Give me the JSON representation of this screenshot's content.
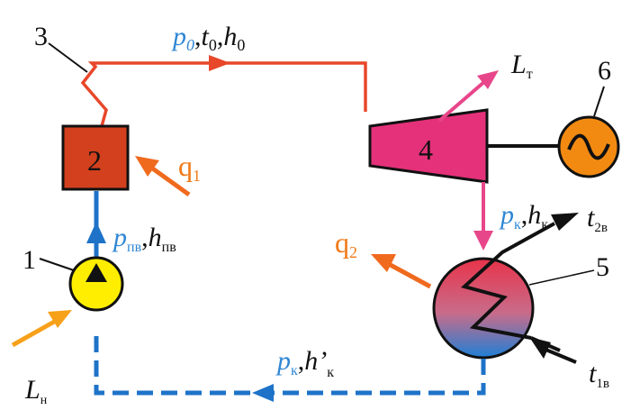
{
  "colors": {
    "steam": "#e8472a",
    "water": "#1e73c8",
    "boiler": "#d2401d",
    "turbine": "#e4317a",
    "pump": "#ffee00",
    "generator": "#f28a12",
    "heat": "#f06a1e",
    "black": "#111111",
    "blue_text": "#2f86d4",
    "orange_text": "#f07a18"
  },
  "numbers": {
    "pump": "1",
    "boiler": "2",
    "pipe_callout": "3",
    "turbine": "4",
    "condenser": "5",
    "generator": "6"
  },
  "labels": {
    "steam_p": "p",
    "steam_p_sub": "0",
    "steam_t": "t",
    "steam_t_sub": "0",
    "steam_h": "h",
    "steam_h_sub": "0",
    "feed_p": "p",
    "feed_p_sub": "пв",
    "feed_h": "h",
    "feed_h_sub": "пв",
    "exhaust_p": "p",
    "exhaust_p_sub": "к",
    "exhaust_h": "h",
    "exhaust_h_sub": "к",
    "cond_p": "p",
    "cond_p_sub": "к",
    "cond_h": "h’",
    "cond_h_sub": "к",
    "q1": "q",
    "q1_sub": "1",
    "q2": "q",
    "q2_sub": "2",
    "L_t": "L",
    "L_t_sub": "т",
    "L_n": "L",
    "L_n_sub": "н",
    "t_2v": "t",
    "t_2v_sub": "2в",
    "t_1v": "t",
    "t_1v_sub": "1в",
    "comma": ","
  },
  "icons": {
    "generator": "sine-wave-icon",
    "coil": "zigzag-coil-icon"
  }
}
